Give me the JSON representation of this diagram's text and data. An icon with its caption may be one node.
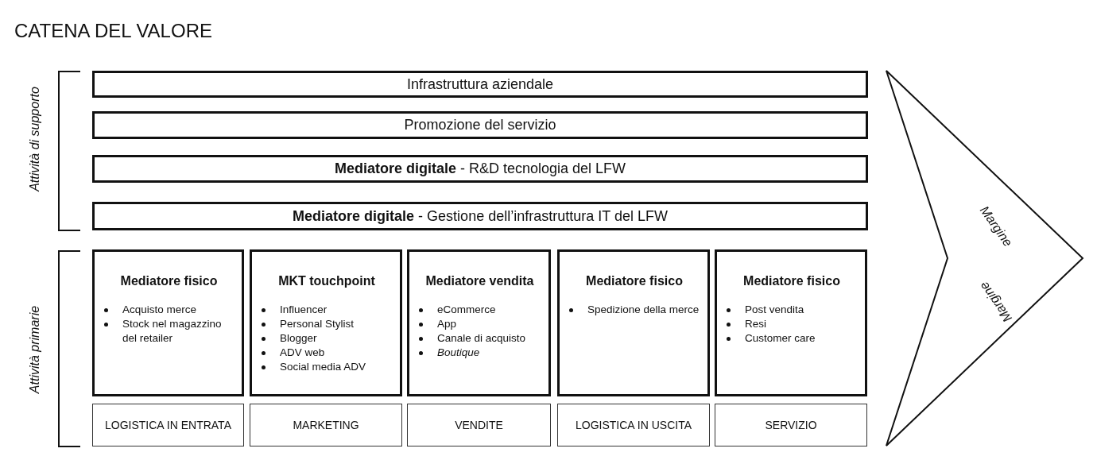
{
  "diagram": {
    "title": "CATENA DEL VALORE",
    "nodes": [
      {
        "text": [
          "Infrastruttura aziendale"
        ]
      },
      {
        "text": [
          "Promozione del servizio"
        ]
      },
      {
        "text": [
          "**Mediatore digitale** - R&D tecnologia del LFW"
        ]
      },
      {
        "text": [
          "**Mediatore digitale** - Gestione dell’infrastruttura IT del LFW"
        ]
      },
      {
        "text": [
          "Mediatore fisico",
          "Acquisto merce",
          "Stock nel magazzino del retailer"
        ]
      },
      {
        "text": [
          "MKT touchpoint",
          "Influencer",
          "Personal Stylist",
          "Blogger",
          "ADV web",
          "Social media ADV"
        ]
      },
      {
        "text": [
          "Mediatore vendita",
          "eCommerce",
          "App",
          "Canale di acquisto",
          "*Boutique*"
        ]
      },
      {
        "text": [
          "Mediatore fisico",
          "Spedizione della merce"
        ]
      },
      {
        "text": [
          "Mediatore fisico",
          "Post vendita",
          "Resi",
          "Customer care"
        ]
      },
      {
        "text": [
          "LOGISTICA IN ENTRATA"
        ]
      },
      {
        "text": [
          "MARKETING"
        ]
      },
      {
        "text": [
          "VENDITE"
        ]
      },
      {
        "text": [
          "LOGISTICA IN USCITA"
        ]
      },
      {
        "text": [
          "SERVIZIO"
        ]
      },
      {
        "text": [
          "Margine",
          "Margine"
        ]
      }
    ],
    "edges": [],
    "labels": [
      "Attività di supporto",
      "Attività primarie"
    ]
  }
}
